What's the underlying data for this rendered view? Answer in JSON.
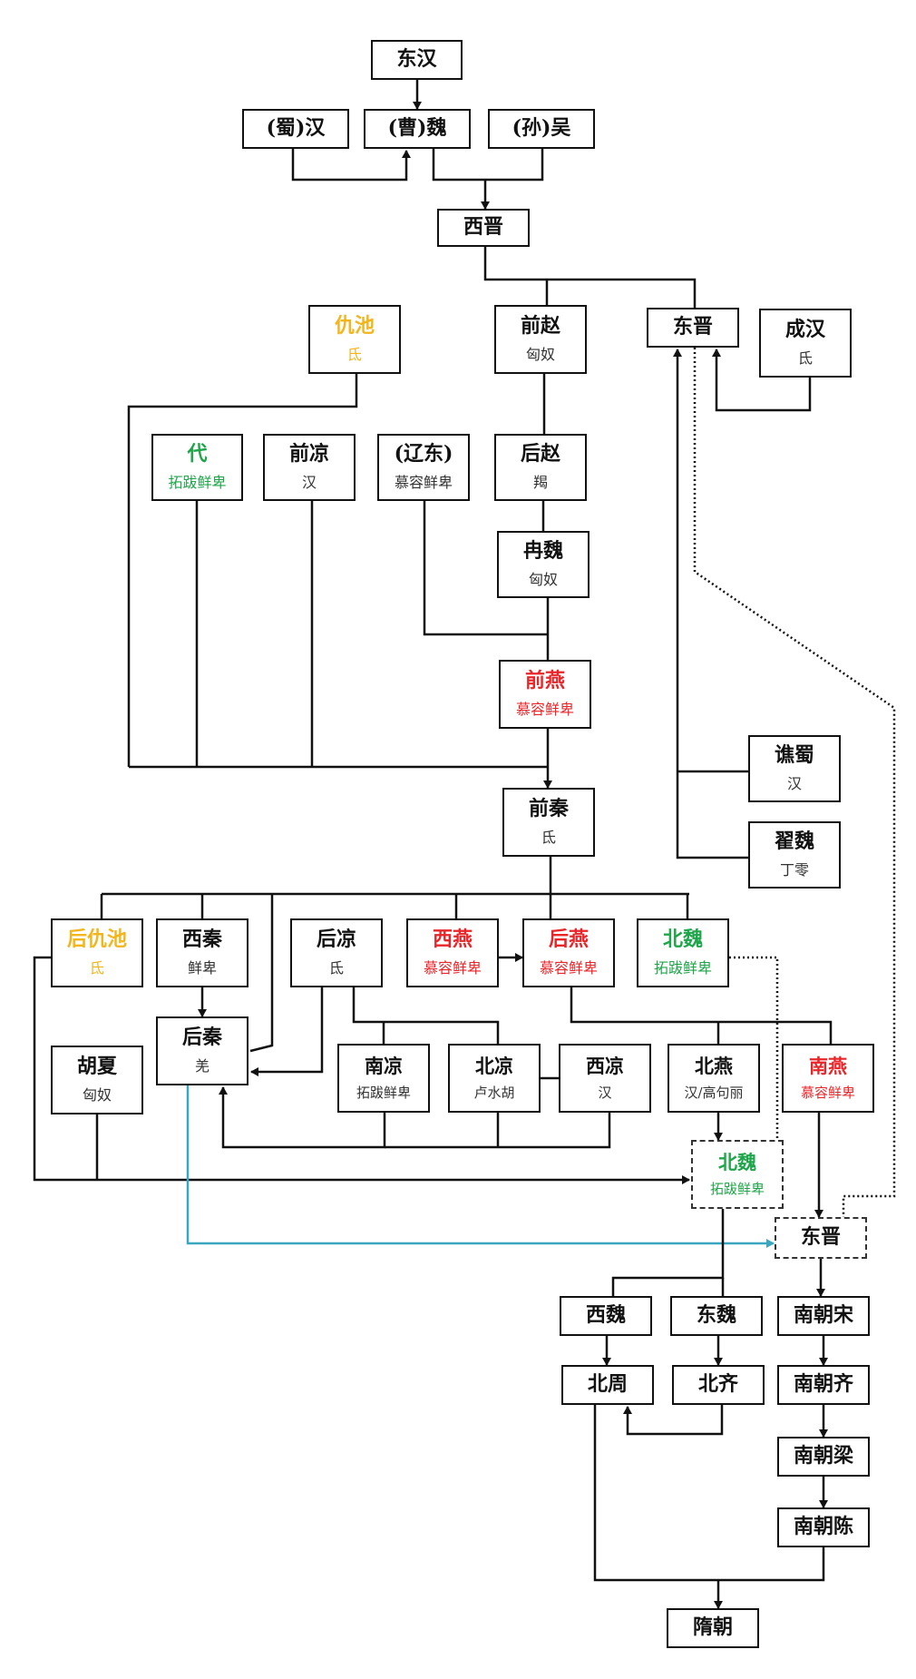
{
  "colors": {
    "default": "#111111",
    "sub": "#333333",
    "red": "#e8262a",
    "green": "#1fa64a",
    "yellow": "#f2b51c",
    "teal": "#3aa6bf"
  },
  "nodes": {
    "donghan": {
      "name": "东汉"
    },
    "shuhan": {
      "name": "(蜀)汉"
    },
    "caowei": {
      "name": "(曹)魏"
    },
    "sunwu": {
      "name": "(孙)吴"
    },
    "xijin": {
      "name": "西晋"
    },
    "chouchi": {
      "name": "仇池",
      "eth": "氐",
      "color": "yellow"
    },
    "qianzhao": {
      "name": "前赵",
      "eth": "匈奴"
    },
    "dongjin1": {
      "name": "东晋"
    },
    "chenghan": {
      "name": "成汉",
      "eth": "氐"
    },
    "dai": {
      "name": "代",
      "eth": "拓跋鲜卑",
      "color": "green"
    },
    "qianliang": {
      "name": "前凉",
      "eth": "汉"
    },
    "liaodong": {
      "name": "(辽东)",
      "eth": "慕容鲜卑"
    },
    "houzhao": {
      "name": "后赵",
      "eth": "羯"
    },
    "ranwei": {
      "name": "冉魏",
      "eth": "匈奴"
    },
    "qianyan": {
      "name": "前燕",
      "eth": "慕容鲜卑",
      "color": "red"
    },
    "qiaoshu": {
      "name": "谯蜀",
      "eth": "汉"
    },
    "qianqin": {
      "name": "前秦",
      "eth": "氐"
    },
    "zhaiwei": {
      "name": "翟魏",
      "eth": "丁零"
    },
    "houchouchi": {
      "name": "后仇池",
      "eth": "氐",
      "color": "yellow"
    },
    "xiqin": {
      "name": "西秦",
      "eth": "鲜卑"
    },
    "houliang": {
      "name": "后凉",
      "eth": "氐"
    },
    "xiyan": {
      "name": "西燕",
      "eth": "慕容鲜卑",
      "color": "red"
    },
    "houyan": {
      "name": "后燕",
      "eth": "慕容鲜卑",
      "color": "red"
    },
    "beiwei1": {
      "name": "北魏",
      "eth": "拓跋鲜卑",
      "color": "green"
    },
    "houqin": {
      "name": "后秦",
      "eth": "羌"
    },
    "huxia": {
      "name": "胡夏",
      "eth": "匈奴"
    },
    "nanliang": {
      "name": "南凉",
      "eth": "拓跋鲜卑"
    },
    "beiliang": {
      "name": "北凉",
      "eth": "卢水胡"
    },
    "xiliang": {
      "name": "西凉",
      "eth": "汉"
    },
    "beiyan": {
      "name": "北燕",
      "eth": "汉/高句丽"
    },
    "nanyan": {
      "name": "南燕",
      "eth": "慕容鲜卑",
      "color": "red"
    },
    "beiwei2": {
      "name": "北魏",
      "eth": "拓跋鲜卑",
      "color": "green"
    },
    "dongjin2": {
      "name": "东晋"
    },
    "xiwei": {
      "name": "西魏"
    },
    "dongwei": {
      "name": "东魏"
    },
    "nanchaosong": {
      "name": "南朝宋"
    },
    "beizhou": {
      "name": "北周"
    },
    "beiqi": {
      "name": "北齐"
    },
    "nanchaoqi": {
      "name": "南朝齐"
    },
    "nanchaoliang": {
      "name": "南朝梁"
    },
    "nanchaochen": {
      "name": "南朝陈"
    },
    "suichao": {
      "name": "隋朝"
    }
  }
}
